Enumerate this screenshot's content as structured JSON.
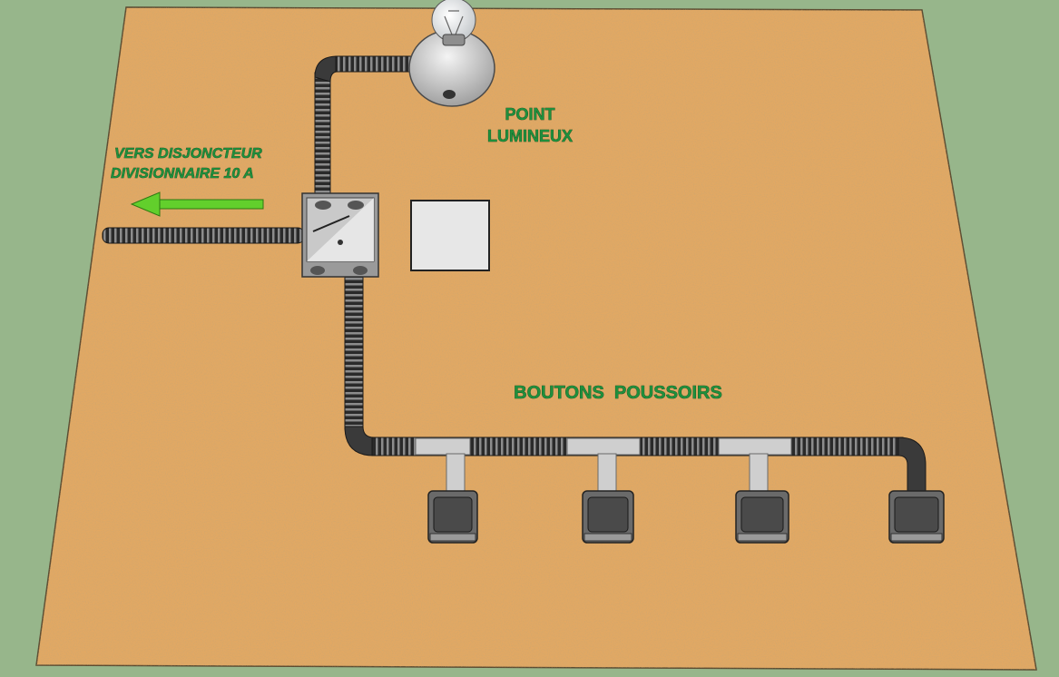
{
  "labels": {
    "light_point": [
      "POINT",
      "LUMINEUX"
    ],
    "breaker": [
      "VERS DISJONCTEUR",
      "DIVISIONNAIRE 10 A"
    ],
    "push_buttons": "BOUTONS  POUSSOIRS"
  },
  "colors": {
    "background": "#97b68b",
    "board": "#e2a863",
    "label_green": "#1f8f3c",
    "arrow_green": "#62cf2c",
    "conduit": "#2e2e2e",
    "box_grey": "#bdbdbd",
    "pushbutton_dark": "#4a4a4a"
  },
  "icons": {
    "bulb": "light-bulb-icon",
    "junction_box": "junction-box-icon",
    "push_button": "push-button-icon",
    "arrow": "arrow-left-icon"
  }
}
